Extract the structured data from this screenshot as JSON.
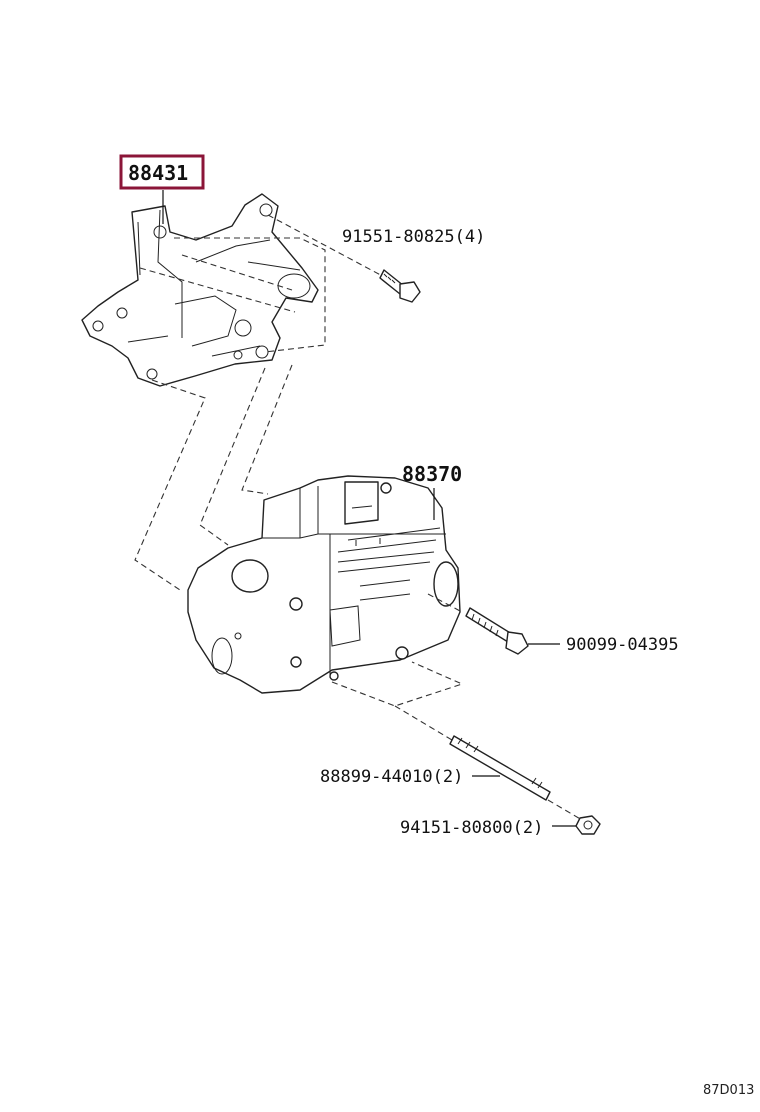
{
  "parts": {
    "bracket": {
      "number": "88431",
      "highlighted": true
    },
    "compressor": {
      "number": "88370"
    },
    "bolt_top": {
      "number": "91551-80825",
      "qty": "(4)"
    },
    "bolt_side": {
      "number": "90099-04395"
    },
    "stud": {
      "number": "88899-44010",
      "qty": "(2)"
    },
    "nut": {
      "number": "94151-80800",
      "qty": "(2)"
    }
  },
  "figure_code": "87D013",
  "colors": {
    "highlight": "#8b1538",
    "line": "#222222"
  }
}
